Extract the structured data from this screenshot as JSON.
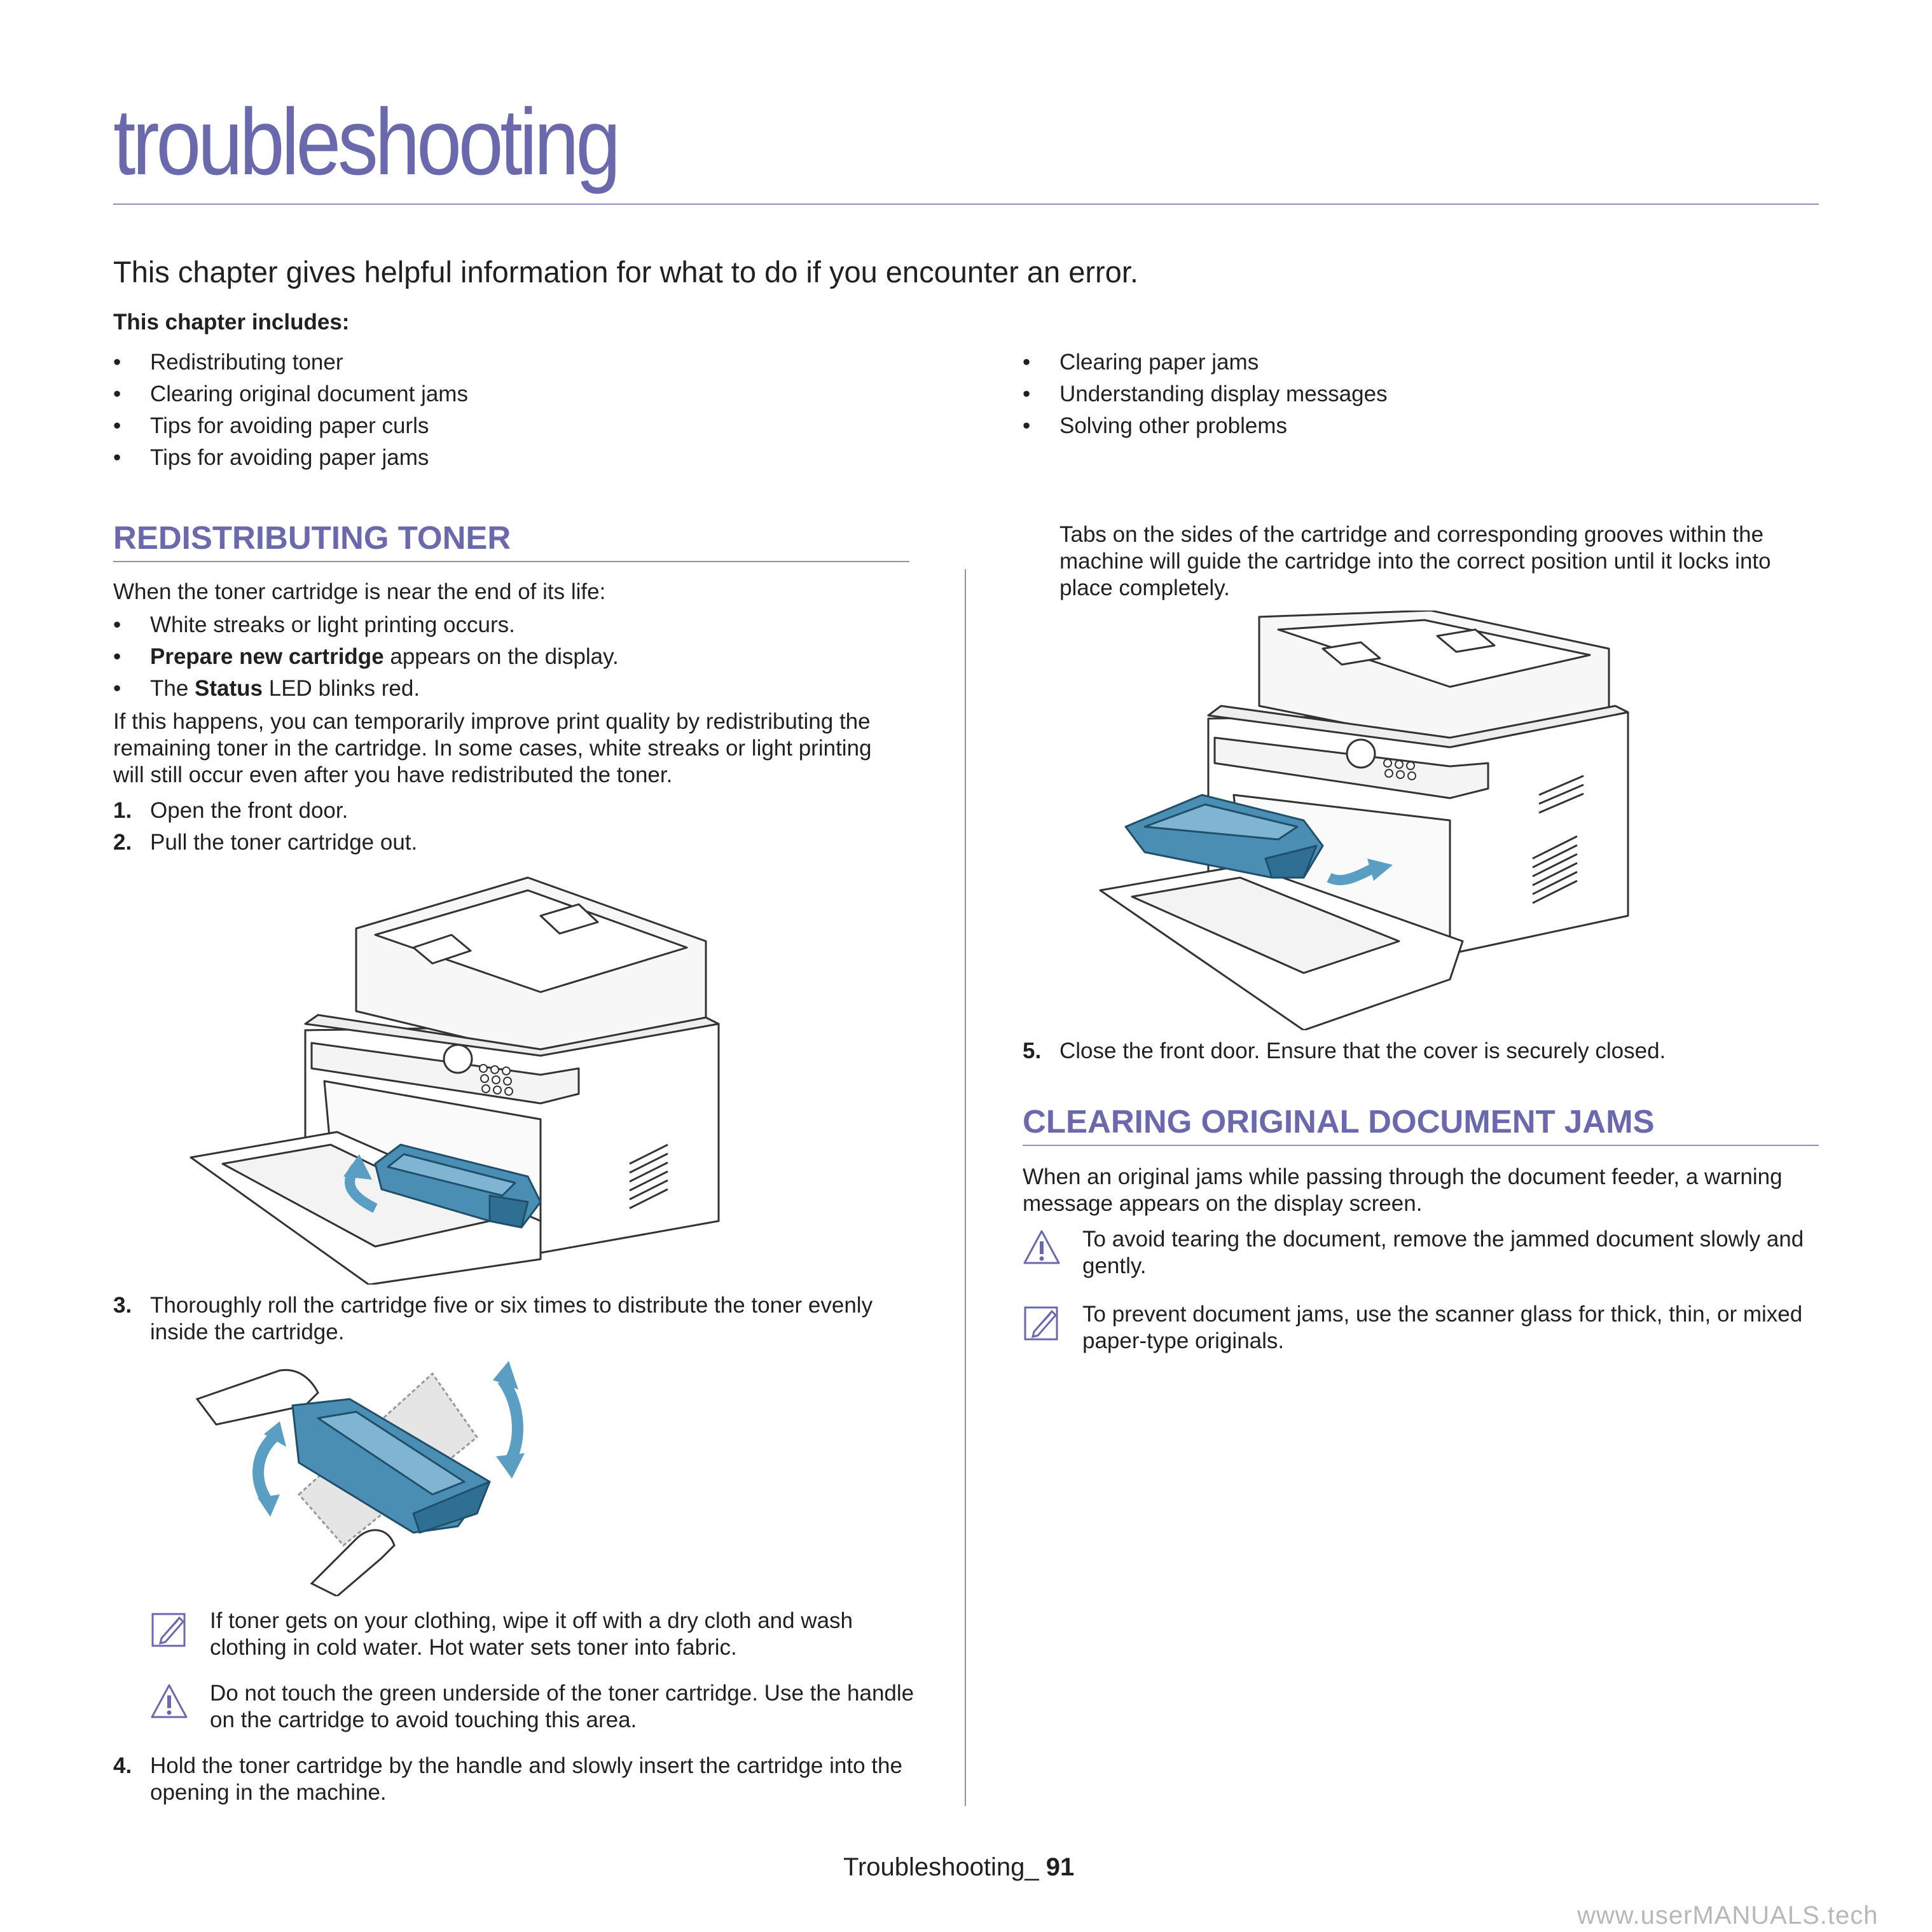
{
  "page": {
    "chapter_title": "troubleshooting",
    "intro": "This chapter gives helpful information for what to do if you encounter an error.",
    "includes_heading": "This chapter includes:",
    "toc_left": [
      "Redistributing toner",
      "Clearing original document jams",
      "Tips for avoiding paper curls",
      "Tips for avoiding paper jams"
    ],
    "toc_right": [
      "Clearing paper jams",
      "Understanding display messages",
      "Solving other problems"
    ]
  },
  "redistributing": {
    "heading": "REDISTRIBUTING TONER",
    "lead": "When the toner cartridge is near the end of its life:",
    "bullet1": "White streaks or light printing occurs.",
    "bullet2_bold": "Prepare new cartridge",
    "bullet2_rest": " appears on the display.",
    "bullet3_pre": "The ",
    "bullet3_bold": "Status",
    "bullet3_rest": " LED blinks red.",
    "para": "If this happens, you can temporarily improve print quality by redistributing the remaining toner in the cartridge. In some cases, white streaks or light printing will still occur even after you have redistributed the toner.",
    "step1_num": "1.",
    "step1": "Open the front door.",
    "step2_num": "2.",
    "step2": "Pull the toner cartridge out.",
    "step3_num": "3.",
    "step3": "Thoroughly roll the cartridge five or six times to distribute the toner evenly inside the cartridge.",
    "note1": "If toner gets on your clothing, wipe it off with a dry cloth and wash clothing in cold water. Hot water sets toner into fabric.",
    "caution1": "Do not touch the green underside of the toner cartridge. Use the handle on the cartridge to avoid touching this area.",
    "step4_num": "4.",
    "step4": "Hold the toner cartridge by the handle and slowly insert the cartridge into the opening in the machine.",
    "step4_cont": "Tabs on the sides of the cartridge and corresponding grooves within the machine will guide the cartridge into the correct position until it locks into place completely.",
    "step5_num": "5.",
    "step5": "Close the front door. Ensure that the cover is securely closed."
  },
  "clearing": {
    "heading": "CLEARING ORIGINAL DOCUMENT JAMS",
    "para": "When an original jams while passing through the document feeder, a warning message appears on the display screen.",
    "caution": "To avoid tearing the document, remove the jammed document slowly and gently.",
    "note": "To prevent document jams, use the scanner glass for thick, thin, or mixed paper-type originals."
  },
  "footer": {
    "label": "Troubleshooting_",
    "page_number": "91"
  },
  "watermark": "www.userMANUALS.tech",
  "colors": {
    "accent": "#6a69ad",
    "rule": "#8f8ec4",
    "toner_blue": "#4a8eb4",
    "text": "#231f20"
  }
}
